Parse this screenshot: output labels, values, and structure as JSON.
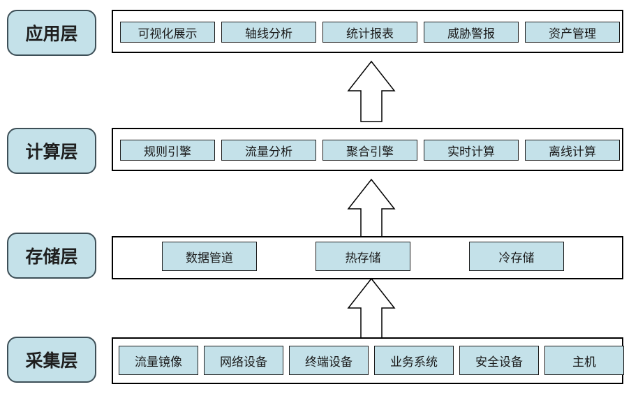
{
  "layers": [
    {
      "label": "应用层",
      "modules": [
        "可视化展示",
        "轴线分析",
        "统计报表",
        "威胁警报",
        "资产管理"
      ]
    },
    {
      "label": "计算层",
      "modules": [
        "规则引擎",
        "流量分析",
        "聚合引擎",
        "实时计算",
        "离线计算"
      ]
    },
    {
      "label": "存储层",
      "modules": [
        "数据管道",
        "热存储",
        "冷存储"
      ]
    },
    {
      "label": "采集层",
      "modules": [
        "流量镜像",
        "网络设备",
        "终端设备",
        "业务系统",
        "安全设备",
        "主机"
      ]
    }
  ],
  "colors": {
    "module_fill": "#c4e1e9",
    "label_fill": "#c4e1e9",
    "border": "#000000"
  }
}
